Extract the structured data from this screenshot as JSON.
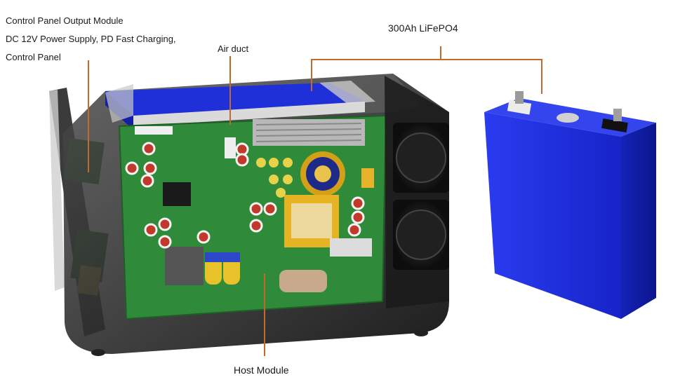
{
  "labels": {
    "control_panel": [
      "Control Panel Output Module",
      "DC  12V  Power  Supply,  PD  Fast  Charging,",
      "Control Panel"
    ],
    "air_duct": "Air duct",
    "battery": "300Ah LiFePO4",
    "host_module": "Host Module"
  },
  "colors": {
    "leader": "#c06a2b",
    "battery_blue": "#1f2fe0",
    "pcb_green": "#2f8a3a",
    "casing_dark": "#2a2a2a"
  }
}
